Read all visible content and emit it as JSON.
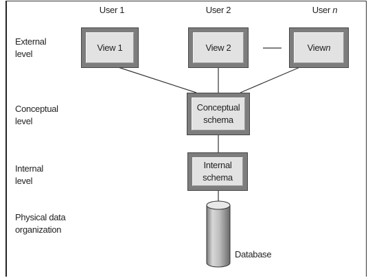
{
  "levels": {
    "external": "External\nlevel",
    "conceptual": "Conceptual\nlevel",
    "internal": "Internal\nlevel",
    "physical": "Physical data\norganization"
  },
  "users": {
    "user1": "User 1",
    "user2": "User 2",
    "usern": "User n"
  },
  "boxes": {
    "view1": "View 1",
    "view2": "View 2",
    "viewn": "View n",
    "conceptual": "Conceptual\nschema",
    "internal": "Internal\nschema"
  },
  "database_label": "Database",
  "colors": {
    "box_outer": "#7d7d7d",
    "box_inner": "#e2e2e2",
    "line": "#333333"
  }
}
